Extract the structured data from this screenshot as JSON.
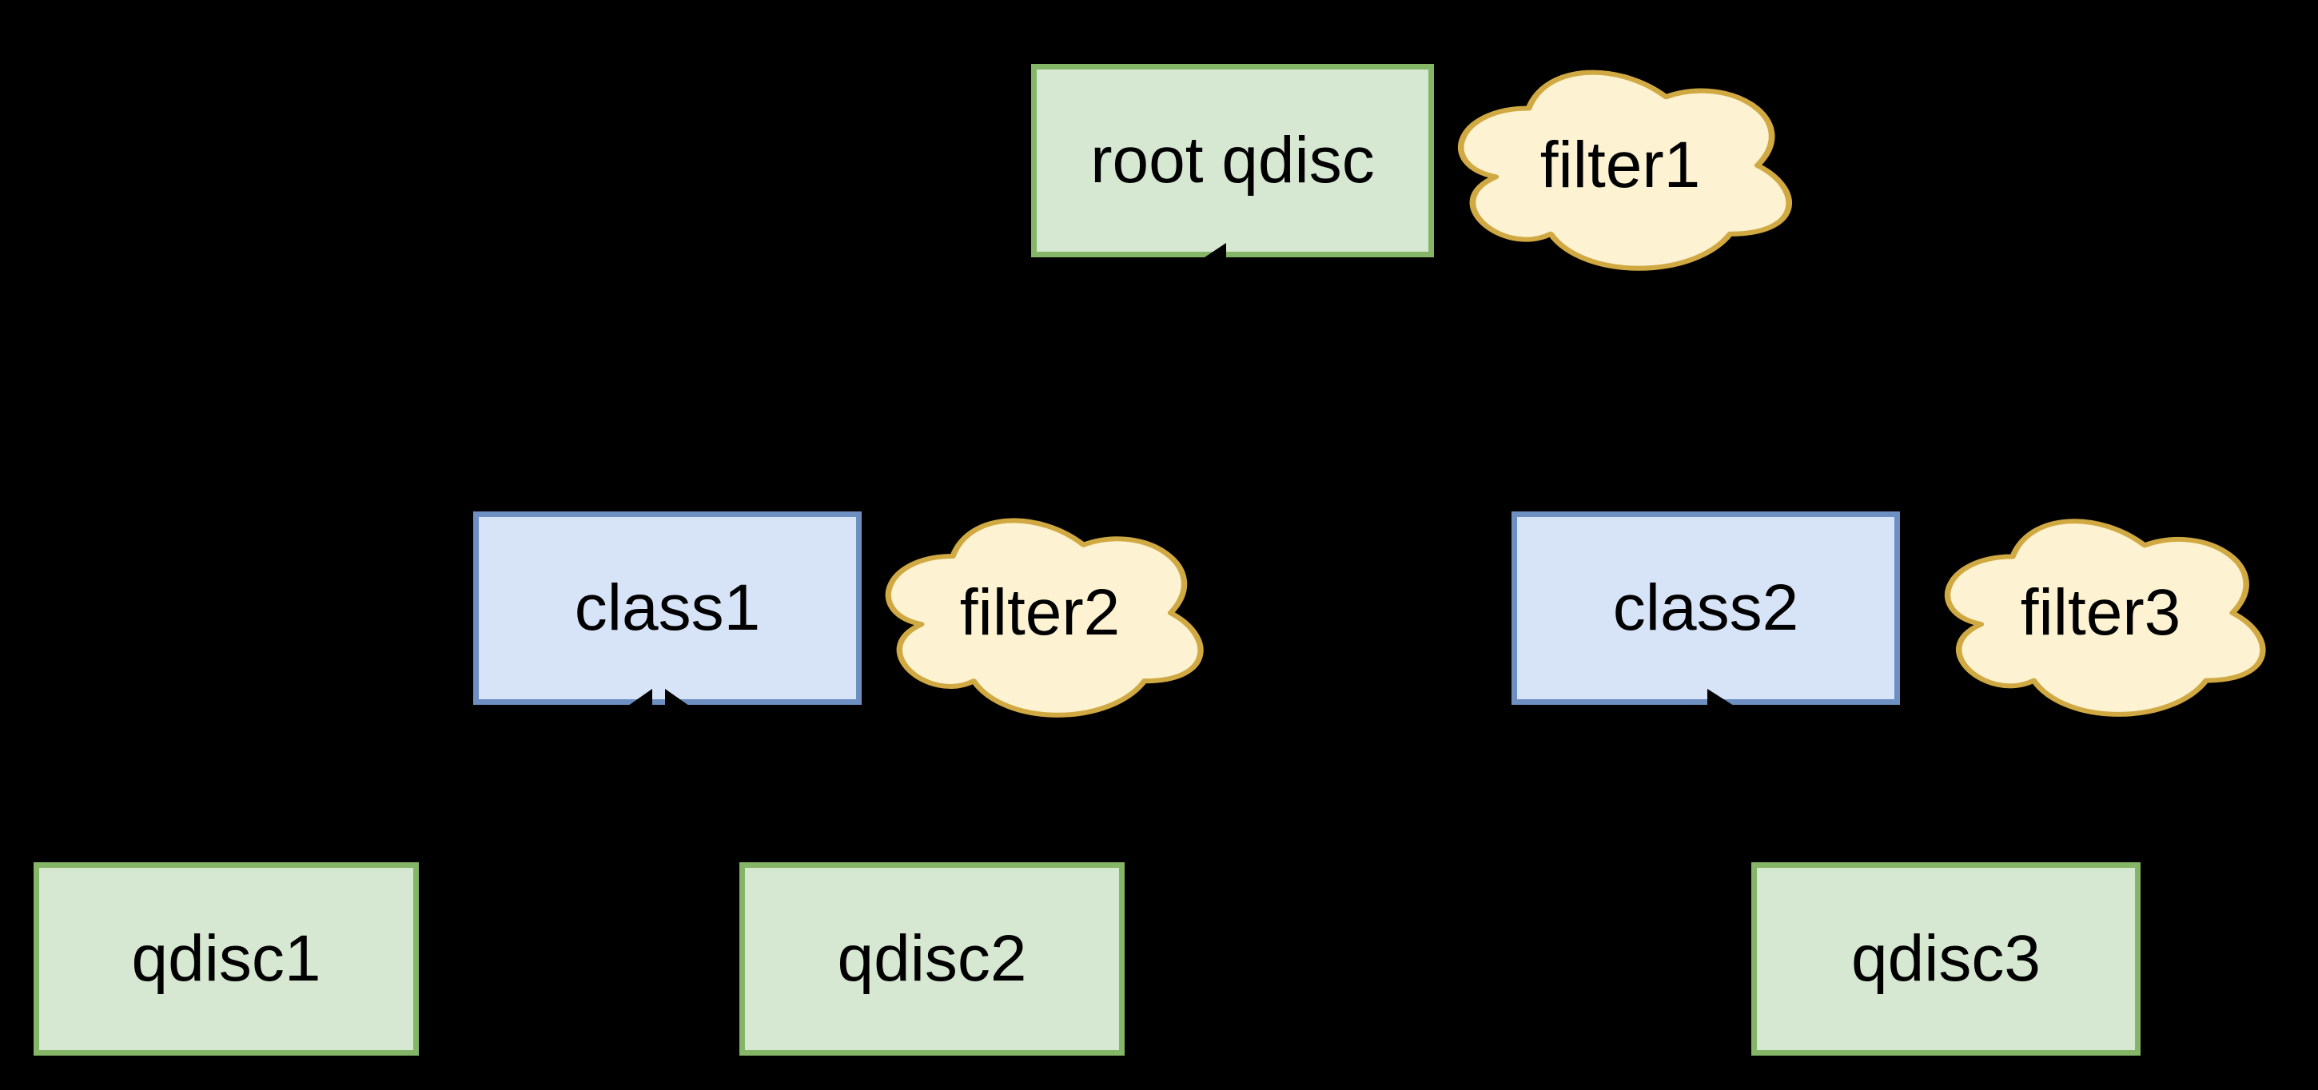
{
  "diagram": {
    "background_color": "#000000",
    "palette": {
      "qdisc_fill": "#d6e7d2",
      "qdisc_border": "#85b567",
      "class_fill": "#d7e3f7",
      "class_border": "#6d8fc1",
      "filter_fill": "#fdf3d2",
      "filter_border": "#d0a943",
      "label_text_color": "#000000",
      "connector_color": "#000000"
    },
    "nodes": [
      {
        "id": "root-qdisc",
        "label": "root qdisc",
        "kind": "qdisc"
      },
      {
        "id": "class1",
        "label": "class1",
        "kind": "class"
      },
      {
        "id": "class2",
        "label": "class2",
        "kind": "class"
      },
      {
        "id": "qdisc1",
        "label": "qdisc1",
        "kind": "qdisc"
      },
      {
        "id": "qdisc2",
        "label": "qdisc2",
        "kind": "qdisc"
      },
      {
        "id": "qdisc3",
        "label": "qdisc3",
        "kind": "qdisc"
      }
    ],
    "filters": [
      {
        "id": "filter1",
        "label": "filter1"
      },
      {
        "id": "filter2",
        "label": "filter2"
      },
      {
        "id": "filter3",
        "label": "filter3"
      }
    ],
    "arrowheads": [
      {
        "at": "root qdisc bottom center",
        "direction": "up-right"
      },
      {
        "at": "class1 bottom, left notch",
        "direction": "up-right"
      },
      {
        "at": "class1 bottom, right notch",
        "direction": "up-left"
      },
      {
        "at": "class2 bottom center",
        "direction": "up-left"
      }
    ]
  }
}
